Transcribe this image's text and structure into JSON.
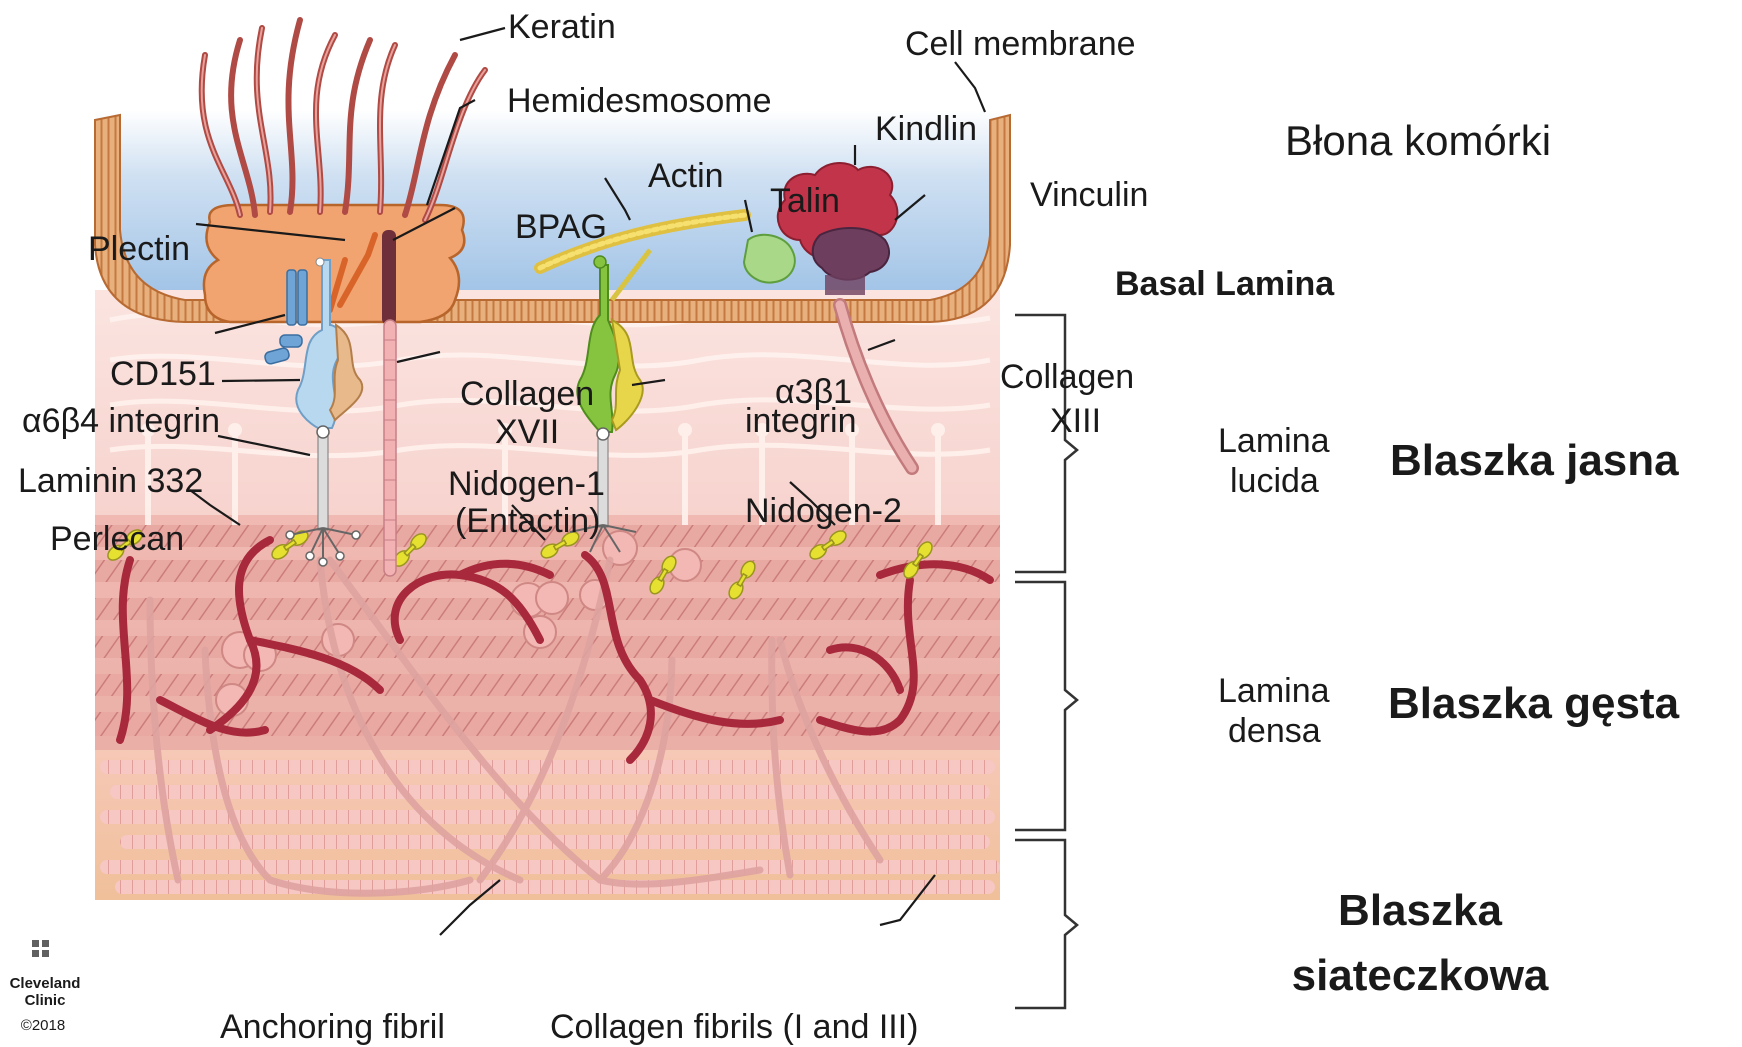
{
  "labels": {
    "keratin": "Keratin",
    "cell_membrane": "Cell membrane",
    "hemidesmosome": "Hemidesmosome",
    "kindlin": "Kindlin",
    "actin": "Actin",
    "talin": "Talin",
    "vinculin": "Vinculin",
    "plectin": "Plectin",
    "bpag": "BPAG",
    "basal_lamina": "Basal Lamina",
    "cd151": "CD151",
    "collagen_xvii_1": "Collagen",
    "collagen_xvii_2": "XVII",
    "a3b1_greek": "α3β1",
    "a3b1_integrin": "integrin",
    "collagen_xiii_1": "Collagen",
    "collagen_xiii_2": "XIII",
    "a6b4_integrin": "α6β4 integrin",
    "laminin_332": "Laminin 332",
    "nidogen1_1": "Nidogen-1",
    "nidogen1_2": "(Entactin)",
    "nidogen2": "Nidogen-2",
    "perlecan": "Perlecan",
    "lamina_lucida_1": "Lamina",
    "lamina_lucida_2": "lucida",
    "lamina_densa_1": "Lamina",
    "lamina_densa_2": "densa",
    "anchoring_fibril": "Anchoring fibril",
    "collagen_fibrils": "Collagen fibrils (I and III)"
  },
  "polish": {
    "blona_komorki": "Błona komórki",
    "blaszka_jasna": "Blaszka jasna",
    "blaszka_gesta": "Blaszka gęsta",
    "blaszka_siateczkowa_1": "Blaszka",
    "blaszka_siateczkowa_2": "siateczkowa"
  },
  "logo": {
    "line1": "Cleveland",
    "line2": "Clinic",
    "copyright": "©2018"
  },
  "colors": {
    "cytoplasm": "#b9d3ee",
    "membrane": "#d9965e",
    "keratin": "#b04a44",
    "collagen_red": "#a8283c",
    "nidogen_yellow": "#e6e030",
    "integrin_green": "#86c440",
    "kindlin": "#c2344a",
    "vinculin": "#6e3e5e",
    "fibril_pink": "#f2bcb8"
  }
}
